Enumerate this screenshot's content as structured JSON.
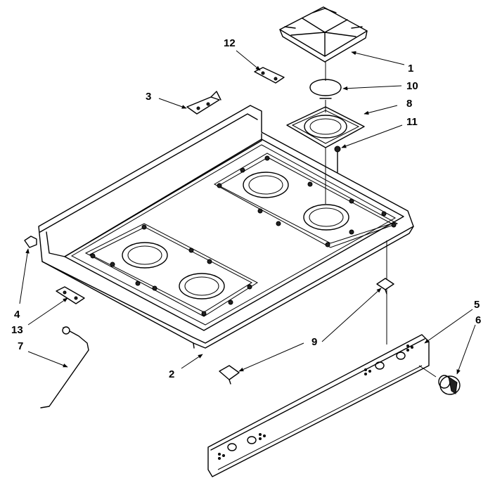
{
  "diagram": {
    "callouts": [
      {
        "id": "c1",
        "label": "1"
      },
      {
        "id": "c2",
        "label": "2"
      },
      {
        "id": "c3",
        "label": "3"
      },
      {
        "id": "c4",
        "label": "4"
      },
      {
        "id": "c5",
        "label": "5"
      },
      {
        "id": "c6",
        "label": "6"
      },
      {
        "id": "c7",
        "label": "7"
      },
      {
        "id": "c8",
        "label": "8"
      },
      {
        "id": "c9",
        "label": "9"
      },
      {
        "id": "c10",
        "label": "10"
      },
      {
        "id": "c11",
        "label": "11"
      },
      {
        "id": "c12",
        "label": "12"
      },
      {
        "id": "c13",
        "label": "13"
      }
    ],
    "colors": {
      "ink": "#000000",
      "paper": "#ffffff"
    }
  }
}
